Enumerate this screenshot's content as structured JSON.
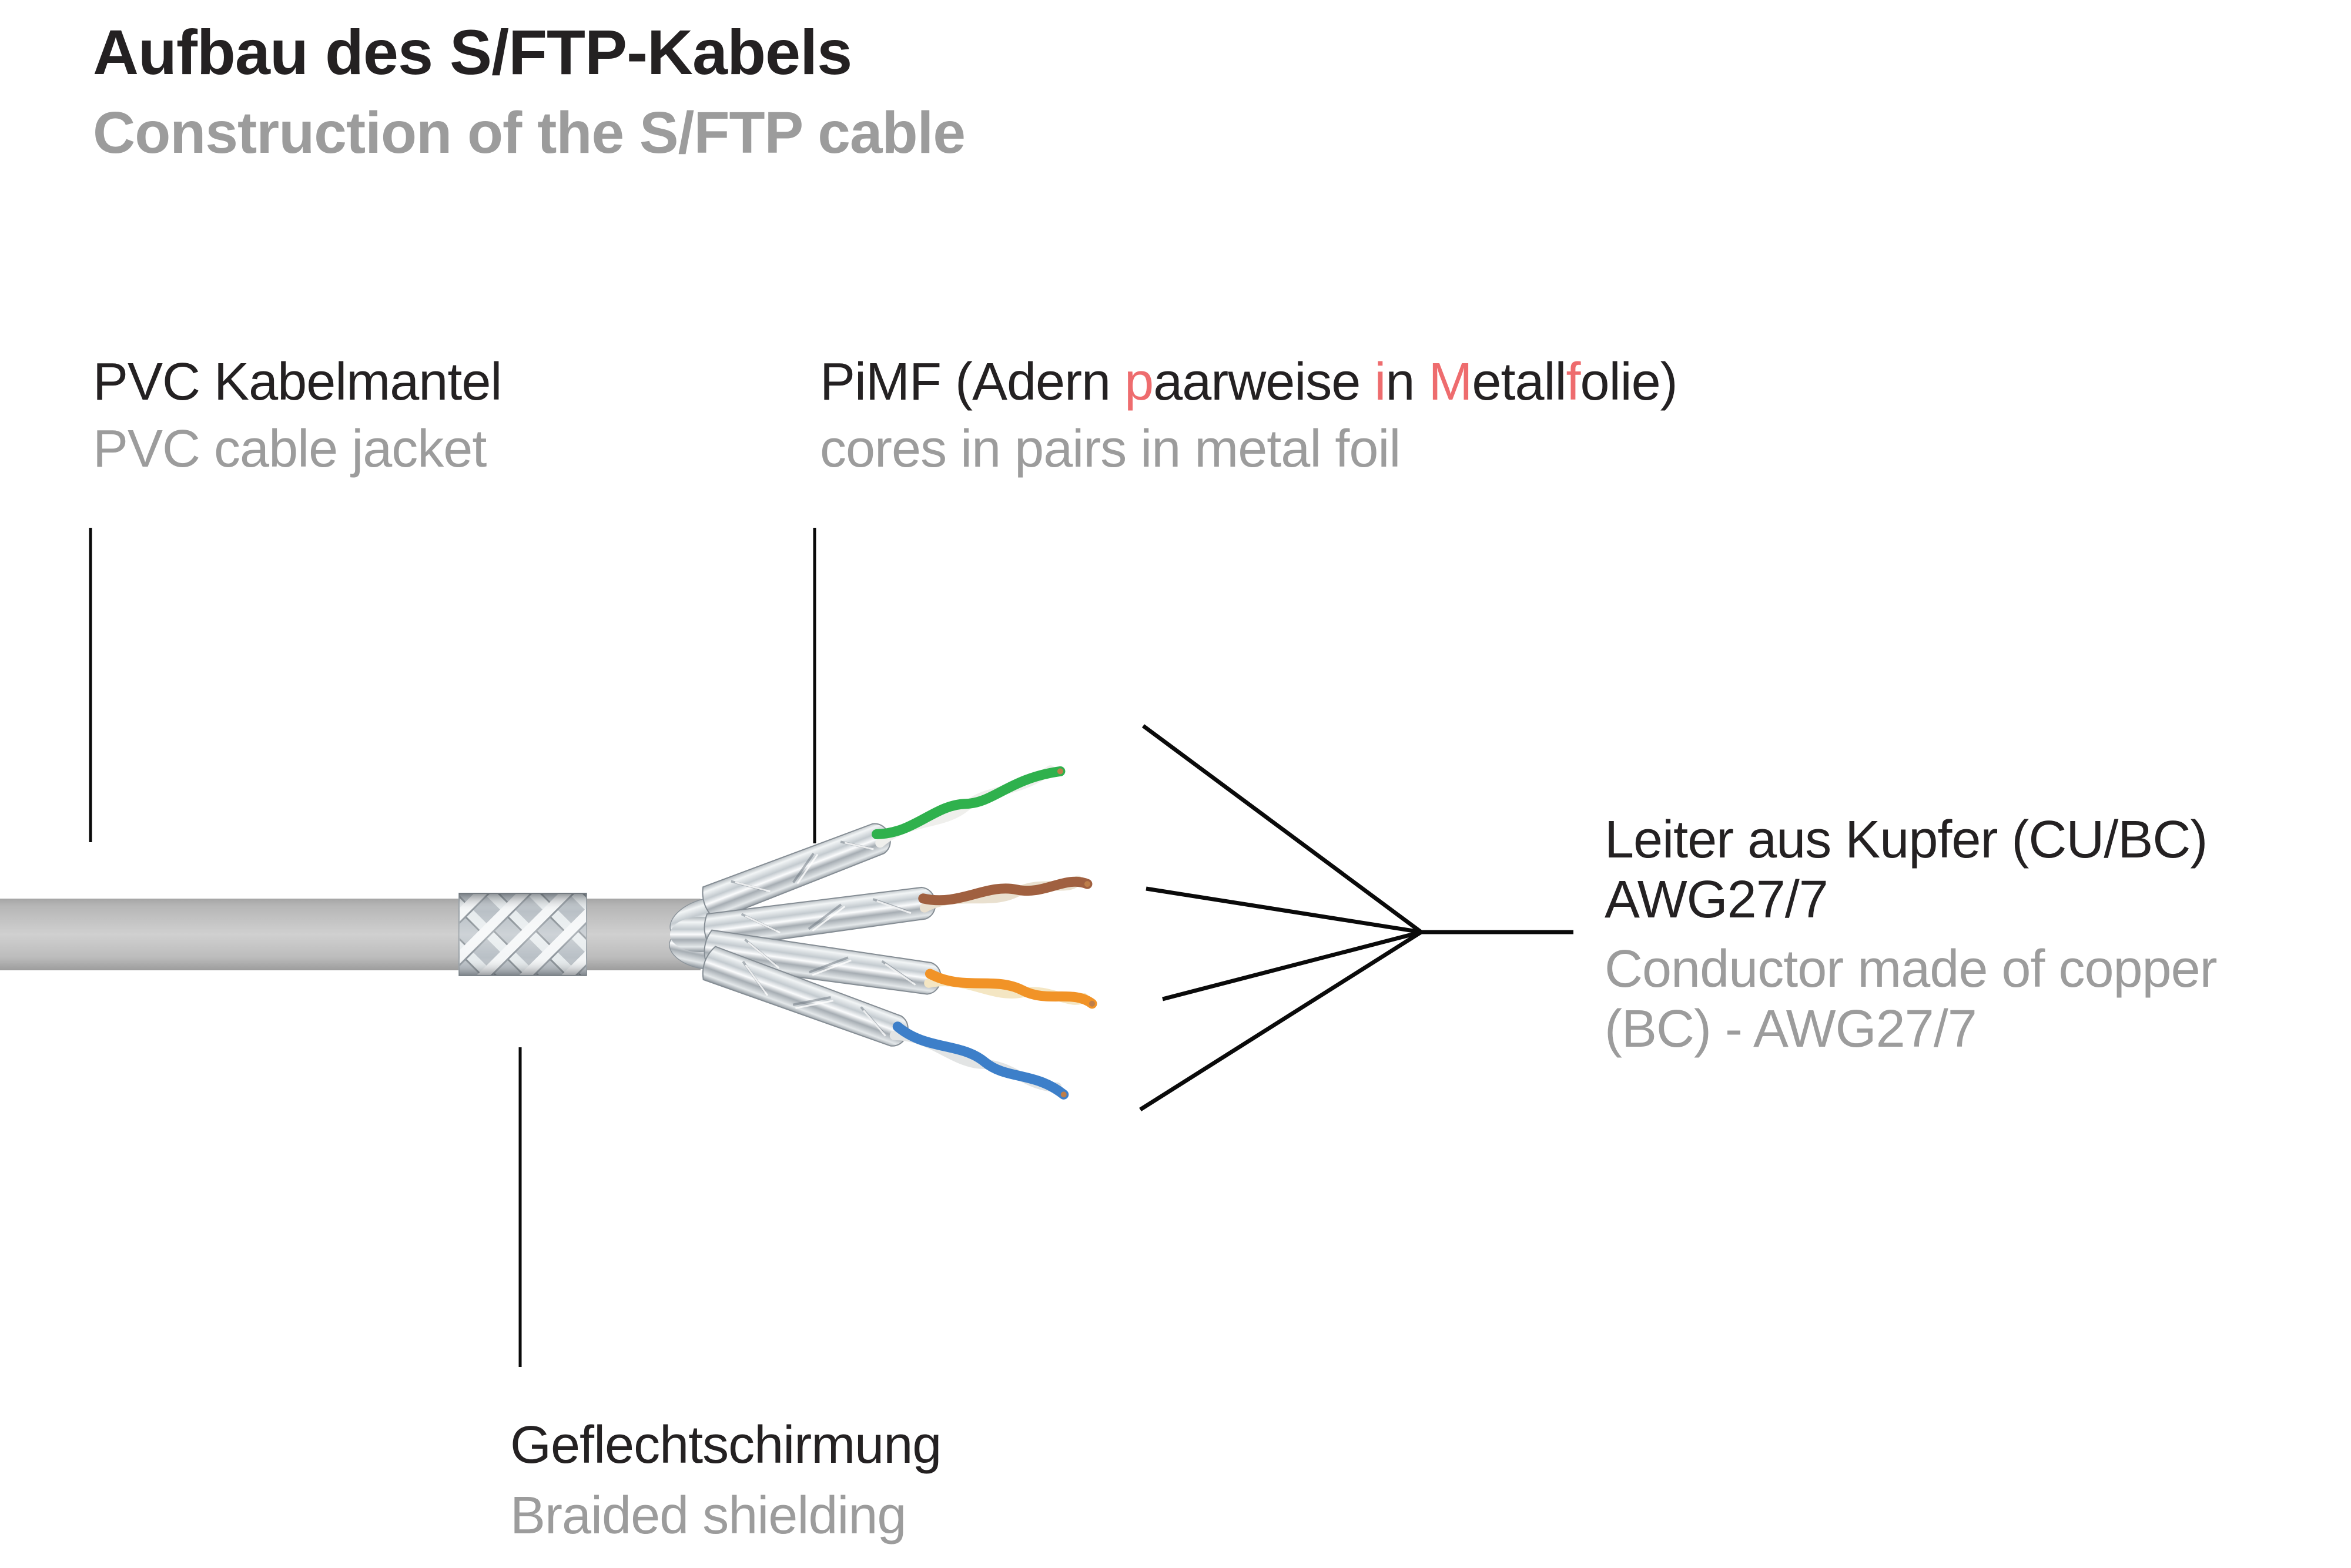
{
  "header": {
    "title": "Aufbau des S/FTP-Kabels",
    "subtitle": "Construction of the S/FTP cable"
  },
  "annotations": {
    "jacket": {
      "label_de": "PVC Kabelmantel",
      "label_en": "PVC cable jacket"
    },
    "pimf": {
      "label_de_parts": [
        {
          "text": "PiMF (Adern ",
          "accent": false
        },
        {
          "text": "p",
          "accent": true
        },
        {
          "text": "aarweise ",
          "accent": false
        },
        {
          "text": "i",
          "accent": true
        },
        {
          "text": "n ",
          "accent": false
        },
        {
          "text": "M",
          "accent": true
        },
        {
          "text": "etall",
          "accent": false
        },
        {
          "text": "f",
          "accent": true
        },
        {
          "text": "olie)",
          "accent": false
        }
      ],
      "label_en": "cores in pairs in metal foil"
    },
    "conductor": {
      "label_de_line1": "Leiter aus Kupfer (CU/BC)",
      "label_de_line2": "AWG27/7",
      "label_en_line1": "Conductor made of copper",
      "label_en_line2": "(BC) - AWG27/7"
    },
    "braid": {
      "label_de": "Geflechtschirmung",
      "label_en": "Braided shielding"
    }
  },
  "colors": {
    "text_primary": "#242122",
    "text_secondary": "#9c9c9c",
    "accent_red": "#ee6c6e",
    "pointer_line": "#0a0a0a",
    "jacket_gray": "#cdcdcd",
    "braid_silver": "#d7dde0",
    "foil_silver": "#c3cacf",
    "copper": "#bd7e4a"
  },
  "cable": {
    "pairs": [
      {
        "name": "green-white pair",
        "wire_hex": "#2fb14d",
        "mate_hex": "#efefec"
      },
      {
        "name": "brown-white pair",
        "wire_hex": "#a06040",
        "mate_hex": "#e9e0cf"
      },
      {
        "name": "orange-white pair",
        "wire_hex": "#f19327",
        "mate_hex": "#f4e6c3"
      },
      {
        "name": "blue-white pair",
        "wire_hex": "#3d7fc9",
        "mate_hex": "#e2e4e4"
      }
    ]
  }
}
